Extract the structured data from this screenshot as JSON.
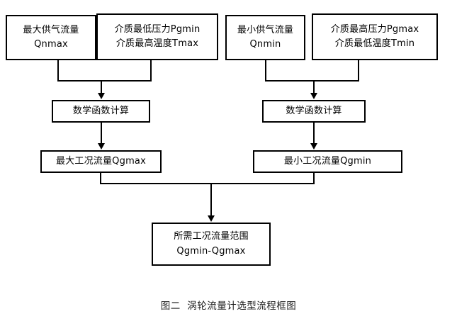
{
  "figure": {
    "caption": "图二  涡轮流量计选型流程框图"
  },
  "nodes": {
    "max_supply_flow": {
      "line1": "最大供气流量",
      "line2": "Qnmax"
    },
    "medium_min_pressure_max_temp": {
      "line1": "介质最低压力Pgmin",
      "line2": "介质最高温度Tmax"
    },
    "min_supply_flow": {
      "line1": "最小供气流量",
      "line2": "Qnmin"
    },
    "medium_max_pressure_min_temp": {
      "line1": "介质最高压力Pgmax",
      "line2": "介质最低温度Tmin"
    },
    "math_function_left": {
      "line1": "数学函数计算"
    },
    "math_function_right": {
      "line1": "数学函数计算"
    },
    "max_working_flow": {
      "line1": "最大工况流量Qgmax"
    },
    "min_working_flow": {
      "line1": "最小工况流量Qgmin"
    },
    "required_flow_range": {
      "line1": "所需工况流量范围",
      "line2": "Qgmin-Qgmax"
    }
  },
  "style": {
    "line_color": "#000000",
    "box_fill": "#ffffff",
    "background": "#ffffff",
    "text_color": "#000000"
  }
}
